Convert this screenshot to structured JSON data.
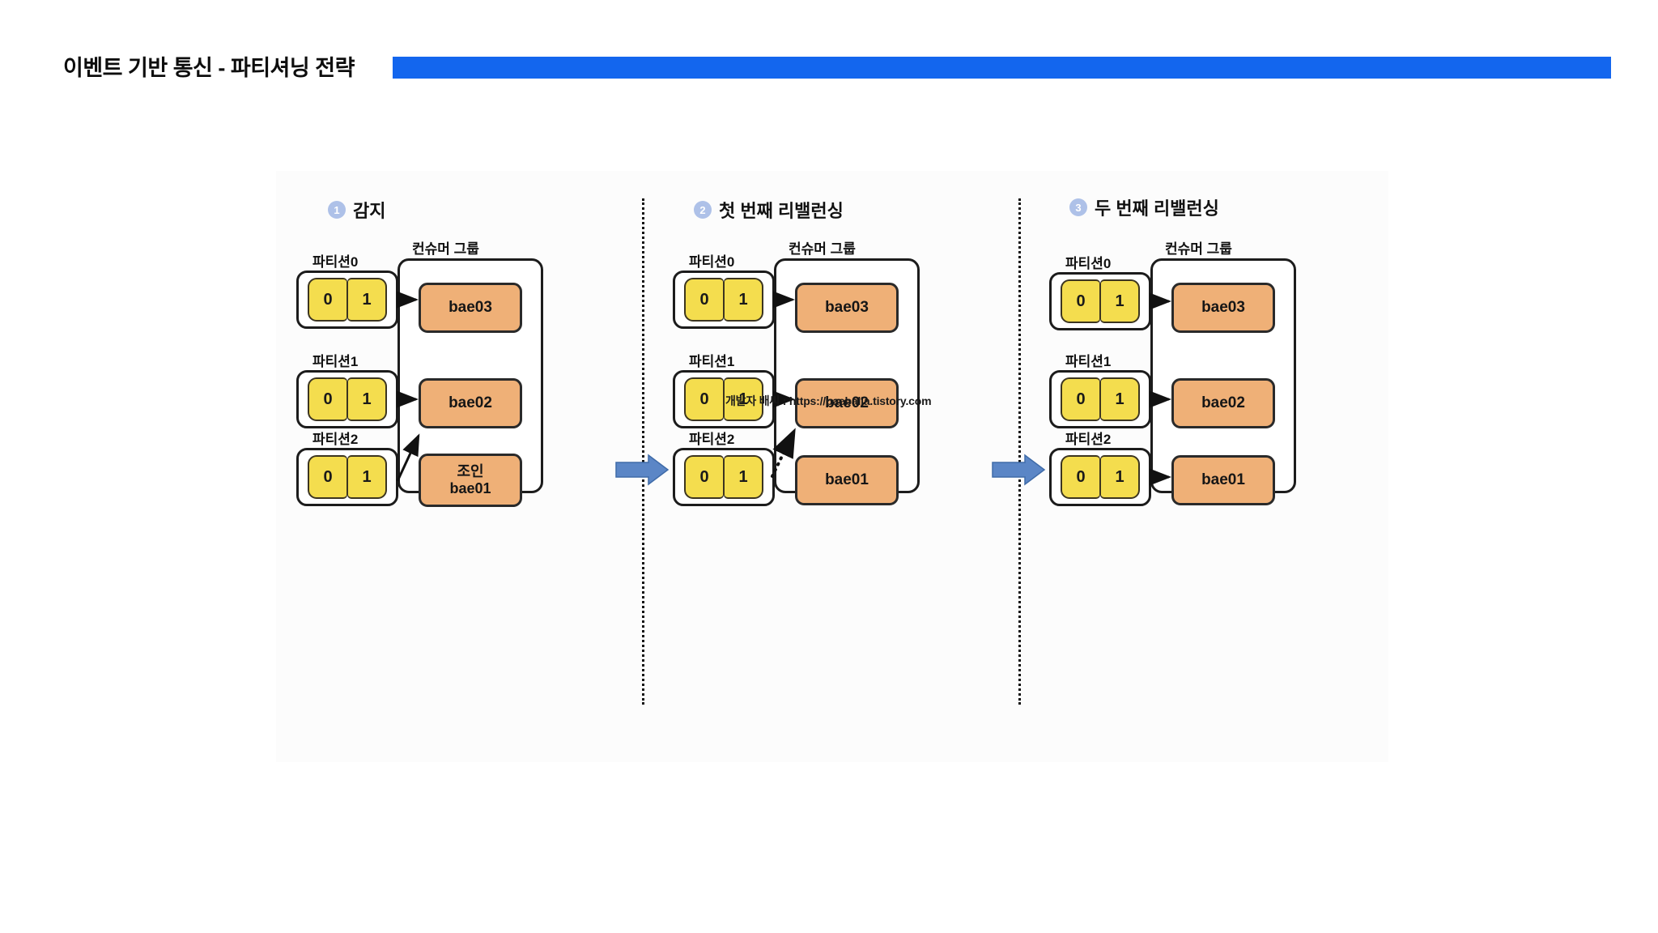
{
  "header": {
    "title": "이벤트 기반 통신 - 파티셔닝 전략",
    "rule_color": "#1366ee"
  },
  "watermark": "개발자 배씨 : https://baebalja.tistory.com",
  "palette": {
    "partition_cell": "#f4dd4e",
    "consumer": "#efb077",
    "step_badge": "#aec1e8",
    "transition_arrow": "#5b86c6",
    "outline": "#1c1c1c",
    "stage_bg": "#fcfcfc"
  },
  "labels": {
    "consumer_group": "컨슈머 그룹",
    "partition_0": "파티션0",
    "partition_1": "파티션1",
    "partition_2": "파티션2",
    "cell_0": "0",
    "cell_1": "1"
  },
  "diagram": {
    "type": "diagram",
    "description": "Kafka 파티션-컨슈머 그룹 리밸런싱 3단계",
    "steps": [
      {
        "number": "1",
        "title": "감지",
        "partitions": [
          {
            "label": "파티션0",
            "cells": [
              "0",
              "1"
            ]
          },
          {
            "label": "파티션1",
            "cells": [
              "0",
              "1"
            ]
          },
          {
            "label": "파티션2",
            "cells": [
              "0",
              "1"
            ]
          }
        ],
        "consumer_group_label": "컨슈머 그룹",
        "consumers": [
          {
            "name": "bae03",
            "note": ""
          },
          {
            "name": "bae02",
            "note": ""
          },
          {
            "name": "bae01",
            "note": "조인"
          }
        ],
        "links": [
          {
            "from": "파티션0",
            "to": "bae03",
            "style": "solid",
            "shape": "straight"
          },
          {
            "from": "파티션1",
            "to": "bae02",
            "style": "solid",
            "shape": "straight"
          },
          {
            "from": "파티션2",
            "to": "bae02",
            "style": "solid",
            "shape": "diagonal"
          }
        ]
      },
      {
        "number": "2",
        "title": "첫 번째 리밸런싱",
        "partitions": [
          {
            "label": "파티션0",
            "cells": [
              "0",
              "1"
            ]
          },
          {
            "label": "파티션1",
            "cells": [
              "0",
              "1"
            ]
          },
          {
            "label": "파티션2",
            "cells": [
              "0",
              "1"
            ]
          }
        ],
        "consumer_group_label": "컨슈머 그룹",
        "consumers": [
          {
            "name": "bae03",
            "note": ""
          },
          {
            "name": "bae02",
            "note": ""
          },
          {
            "name": "bae01",
            "note": ""
          }
        ],
        "links": [
          {
            "from": "파티션0",
            "to": "bae03",
            "style": "solid",
            "shape": "straight"
          },
          {
            "from": "파티션1",
            "to": "bae02",
            "style": "solid",
            "shape": "straight"
          },
          {
            "from": "파티션2",
            "to": "bae02",
            "style": "dotted",
            "shape": "diagonal"
          }
        ]
      },
      {
        "number": "3",
        "title": "두 번째 리밸런싱",
        "partitions": [
          {
            "label": "파티션0",
            "cells": [
              "0",
              "1"
            ]
          },
          {
            "label": "파티션1",
            "cells": [
              "0",
              "1"
            ]
          },
          {
            "label": "파티션2",
            "cells": [
              "0",
              "1"
            ]
          }
        ],
        "consumer_group_label": "컨슈머 그룹",
        "consumers": [
          {
            "name": "bae03",
            "note": ""
          },
          {
            "name": "bae02",
            "note": ""
          },
          {
            "name": "bae01",
            "note": ""
          }
        ],
        "links": [
          {
            "from": "파티션0",
            "to": "bae03",
            "style": "solid",
            "shape": "straight"
          },
          {
            "from": "파티션1",
            "to": "bae02",
            "style": "solid",
            "shape": "straight"
          },
          {
            "from": "파티션2",
            "to": "bae01",
            "style": "solid",
            "shape": "straight"
          }
        ]
      }
    ]
  }
}
